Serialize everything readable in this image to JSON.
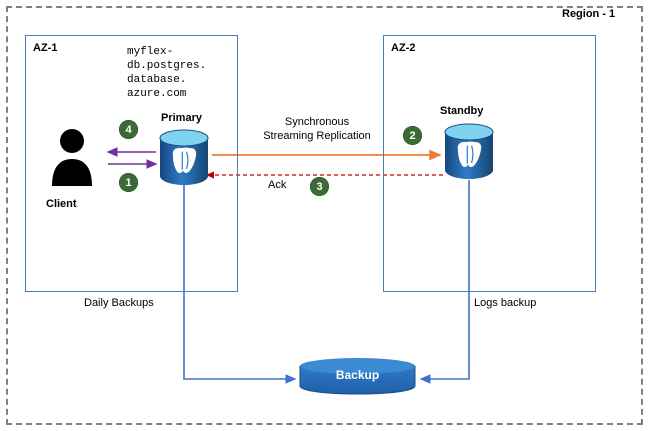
{
  "region": {
    "label": "Region - 1"
  },
  "zones": [
    {
      "id": "az1",
      "label": "AZ-1"
    },
    {
      "id": "az2",
      "label": "AZ-2"
    }
  ],
  "nodes": {
    "client": {
      "label": "Client",
      "icon": "user-icon"
    },
    "primary": {
      "label": "Primary",
      "icon": "postgres-database-icon"
    },
    "standby": {
      "label": "Standby",
      "icon": "postgres-database-icon"
    },
    "backup": {
      "label": "Backup",
      "icon": "database-cylinder-icon"
    }
  },
  "endpoint": {
    "fqdn": "myflex-\ndb.postgres.\ndatabase.\nazure.com"
  },
  "flows": {
    "replication_label": "Synchronous\nStreaming Replication",
    "ack_label": "Ack",
    "daily_backups_label": "Daily Backups",
    "logs_backup_label": "Logs backup"
  },
  "steps": [
    {
      "id": "step-1",
      "number": "1"
    },
    {
      "id": "step-2",
      "number": "2"
    },
    {
      "id": "step-3",
      "number": "3"
    },
    {
      "id": "step-4",
      "number": "4"
    }
  ],
  "colors": {
    "region_border": "#808080",
    "az_border": "#4a7ebb",
    "badge_fill": "#3a6b35",
    "arrow_orange": "#ed7d31",
    "arrow_red": "#c00000",
    "arrow_blue": "#4472c4",
    "arrow_purple": "#7030a0",
    "backup_fill": "#2e75b6",
    "db_blue": "#1f5fa9"
  }
}
